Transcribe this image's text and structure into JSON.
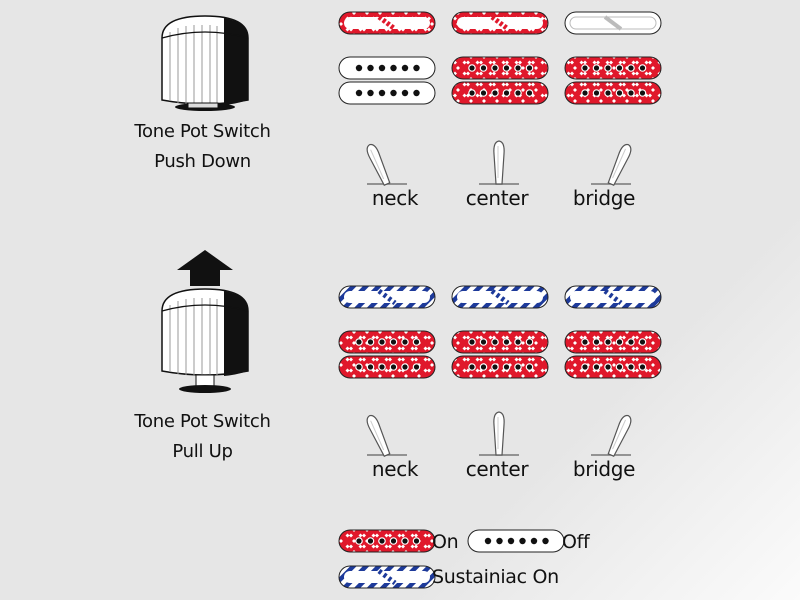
{
  "sections": [
    {
      "caption_line1": "Tone Pot Switch",
      "caption_line2": "Push Down",
      "knob_state": "push-down",
      "positions": [
        {
          "label": "neck",
          "lever": "left",
          "pickups": [
            "on",
            "off",
            "off"
          ]
        },
        {
          "label": "center",
          "lever": "center",
          "pickups": [
            "on",
            "on",
            "on"
          ]
        },
        {
          "label": "bridge",
          "lever": "right",
          "pickups": [
            "off",
            "on",
            "on"
          ]
        }
      ]
    },
    {
      "caption_line1": "Tone Pot Switch",
      "caption_line2": "Pull Up",
      "knob_state": "pull-up",
      "positions": [
        {
          "label": "neck",
          "lever": "left",
          "pickups": [
            "sustainiac",
            "on",
            "on"
          ]
        },
        {
          "label": "center",
          "lever": "center",
          "pickups": [
            "sustainiac",
            "on",
            "on"
          ]
        },
        {
          "label": "bridge",
          "lever": "right",
          "pickups": [
            "sustainiac",
            "on",
            "on"
          ]
        }
      ]
    }
  ],
  "legend": {
    "on_label": "On",
    "off_label": "Off",
    "sustainiac_label": "Sustainiac On"
  },
  "colors": {
    "on_red": "#e0182b",
    "sustainiac_blue": "#1d3a9a",
    "pole_black": "#111111",
    "outline": "#222222"
  }
}
